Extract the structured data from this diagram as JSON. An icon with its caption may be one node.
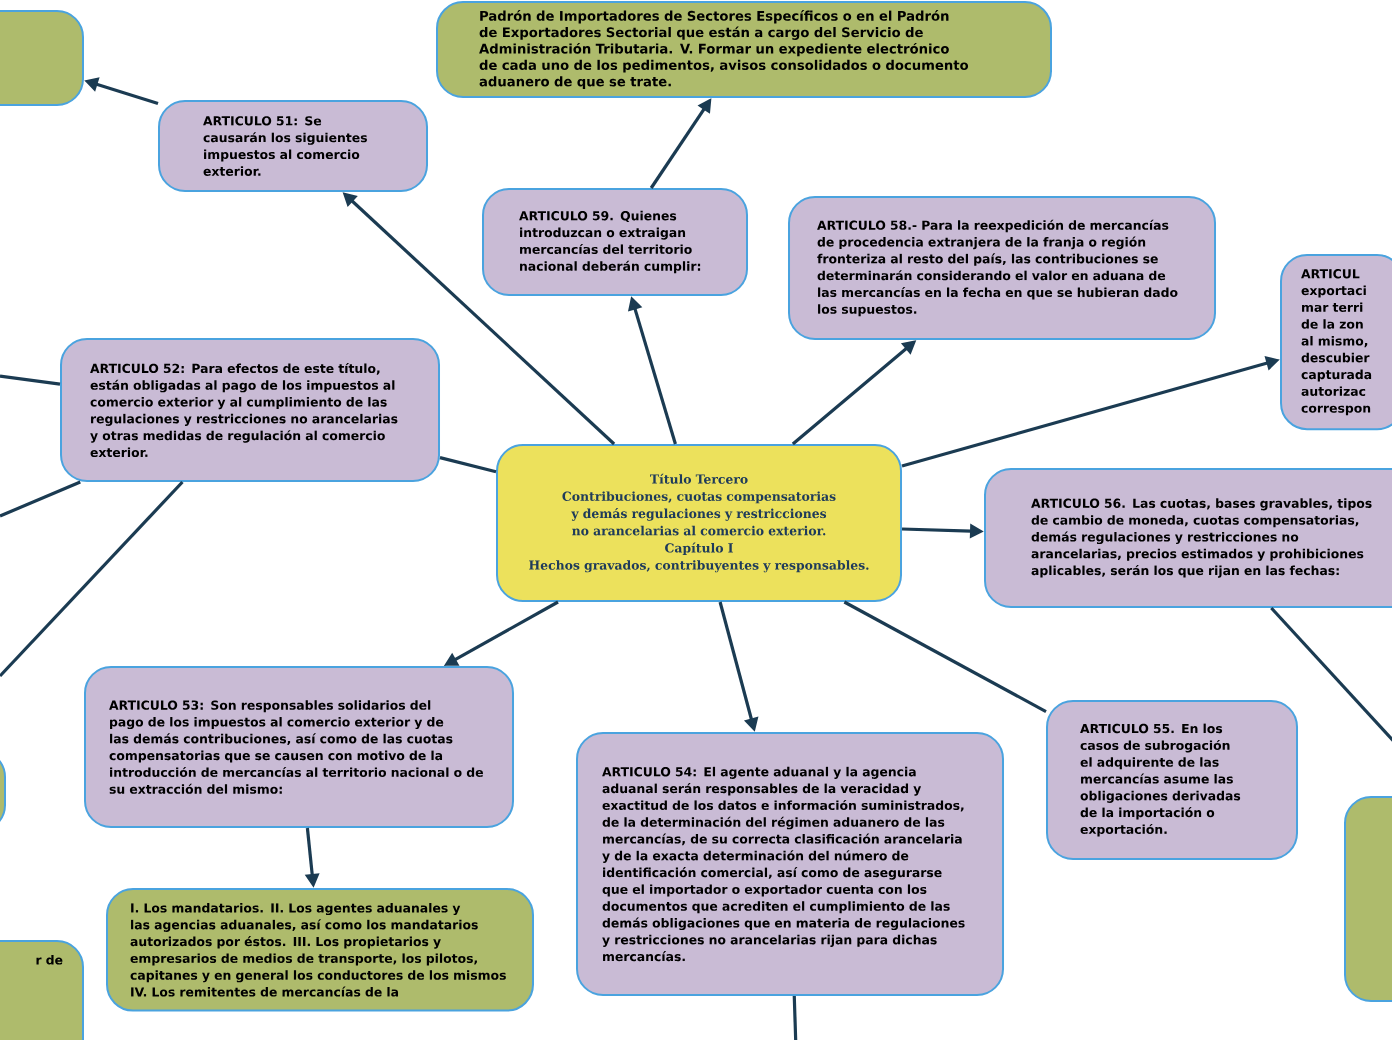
{
  "diagram": {
    "nodes": [
      {
        "text": [
          "Título Tercero",
          "Contribuciones, cuotas compensatorias y demás regulaciones y restricciones no arancelarias al comercio exterior.",
          "Capítulo I",
          "Hechos gravados, contribuyentes y responsables."
        ]
      },
      {
        "text": [
          "ARTICULO 51: Se causarán los siguientes impuestos al comercio exterior."
        ]
      },
      {
        "text": [],
        "shape": "box"
      },
      {
        "text": [
          "ARTICULO 59. Quienes introduzcan o extraigan mercancías del territorio nacional deberán cumplir:"
        ]
      },
      {
        "text": [
          "Padrón de Importadores de Sectores Específicos o en el Padrón de Exportadores Sectorial que están a cargo del Servicio de Administración Tributaria. V. Formar un expediente electrónico de cada uno de los pedimentos, avisos consolidados o documento aduanero de que se trate."
        ]
      },
      {
        "text": [
          "ARTICULO 58.- Para la reexpedición de mercancías de procedencia extranjera de la franja o región fronteriza al resto del país, las contribuciones se determinarán considerando el valor en aduana de las mercancías en la fecha en que se hubieran dado los supuestos."
        ]
      },
      {
        "text": [
          "ARTICUL exportaci mar terri de la zon al mismo, descubier capturada autorizac correspon"
        ]
      },
      {
        "text": [
          "ARTICULO 56. Las cuotas, bases gravables, tipos de cambio de moneda, cuotas compensatorias, demás regulaciones y restricciones no arancelarias, precios estimados y prohibiciones aplicables, serán los que rijan en las fechas:"
        ]
      },
      {
        "text": [
          "ARTICULO 55. En los casos de subrogación el adquirente de las mercancías asume las obligaciones derivadas de la importación o exportación."
        ]
      },
      {
        "text": [
          "ARTICULO 54: El agente aduanal y la agencia aduanal serán responsables de la veracidad y exactitud de los datos e información suministrados, de la determinación del régimen aduanero de las mercancías, de su correcta clasificación arancelaria y de la exacta determinación del número de identificación comercial, así como de asegurarse que el importador o exportador cuenta con los documentos que acrediten el cumplimiento de las demás obligaciones que en materia de regulaciones y restricciones no arancelarias rijan para dichas mercancías."
        ]
      },
      {
        "text": [
          "ARTICULO 53: Son responsables solidarios del pago de los impuestos al comercio exterior y de las demás contribuciones, así como de las cuotas compensatorias que se causen con motivo de la introducción de mercancías al territorio nacional o de su extracción del mismo:"
        ]
      },
      {
        "text": [
          "I. Los mandatarios. II. Los agentes aduanales y las agencias aduanales, así como los mandatarios autorizados por éstos. III. Los propietarios y empresarios de medios de transporte, los pilotos, capitanes y en general los conductores de los mismos IV. Los remitentes de mercancías de la"
        ]
      },
      {
        "text": [
          "ARTICULO 52: Para efectos de este título, están obligadas al pago de los impuestos al comercio exterior y al cumplimiento de las regulaciones y restricciones no arancelarias y otras medidas de regulación al comercio exterior."
        ]
      },
      {
        "text": [],
        "shape": "box"
      },
      {
        "text": [
          "r de"
        ]
      },
      {
        "text": [],
        "shape": "box"
      }
    ],
    "edges": [
      {
        "from": 0,
        "to": 1,
        "arrow": "to"
      },
      {
        "from": 1,
        "to": 2,
        "arrow": "to"
      },
      {
        "from": 0,
        "to": 3,
        "arrow": "to"
      },
      {
        "from": 3,
        "to": 4,
        "arrow": "to"
      },
      {
        "from": 0,
        "to": 5,
        "arrow": "to"
      },
      {
        "from": 0,
        "to": 6,
        "arrow": "to"
      },
      {
        "from": 0,
        "to": 7,
        "arrow": "to"
      },
      {
        "from": 0,
        "to": 8,
        "arrow": "none"
      },
      {
        "from": 0,
        "to": 9,
        "arrow": "to"
      },
      {
        "from": 0,
        "to": 10,
        "arrow": "to"
      },
      {
        "from": 0,
        "to": 12,
        "arrow": "none"
      },
      {
        "from": 10,
        "to": 11,
        "arrow": "to"
      },
      {
        "from": 12,
        "to": null,
        "arrow": "none"
      },
      {
        "from": 12,
        "to": null,
        "arrow": "none"
      },
      {
        "from": 12,
        "to": null,
        "arrow": "none"
      },
      {
        "from": 9,
        "to": null,
        "arrow": "none"
      },
      {
        "from": 7,
        "to": null,
        "arrow": "none"
      }
    ]
  }
}
